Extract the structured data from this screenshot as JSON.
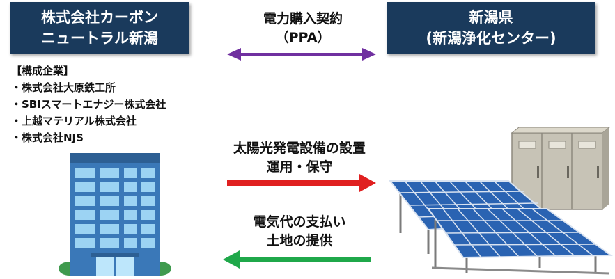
{
  "left_entity": {
    "line1": "株式会社カーボン",
    "line2": "ニュートラル新潟"
  },
  "right_entity": {
    "line1": "新潟県",
    "line2": "(新潟浄化センター)"
  },
  "ppa": {
    "line1": "電力購入契約",
    "line2": "（PPA）"
  },
  "members": {
    "heading": "【構成企業】",
    "items": [
      "・株式会社大原鉄工所",
      "・SBIスマートエナジー株式会社",
      "・上越マテリアル株式会社",
      "・株式会社NJS"
    ]
  },
  "install": {
    "line1": "太陽光発電設備の設置",
    "line2": "運用・保守"
  },
  "payment": {
    "line1": "電気代の支払い",
    "line2": "土地の提供"
  },
  "colors": {
    "box": "#1a3a5c",
    "ppa_arrow": "#7030a0",
    "install_arrow": "#e02020",
    "payment_arrow": "#1fa84a"
  },
  "icons": [
    "office-building-icon",
    "solar-panel-icon",
    "power-cabinet-icon"
  ]
}
